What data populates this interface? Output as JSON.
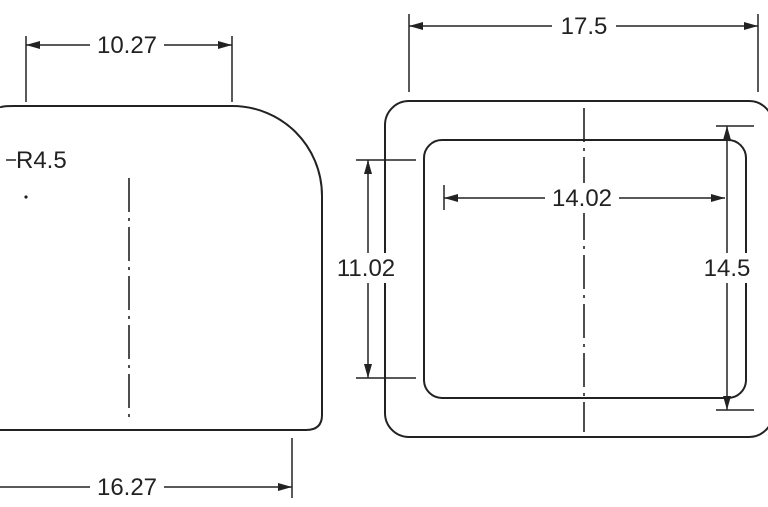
{
  "diagram": {
    "left_view": {
      "top_width": "10.27",
      "corner_radius": "R4.5",
      "bottom_width": "16.27"
    },
    "right_view": {
      "overall_width": "17.5",
      "inner_width": "14.02",
      "inner_height": "11.02",
      "overall_height": "14.5"
    }
  }
}
